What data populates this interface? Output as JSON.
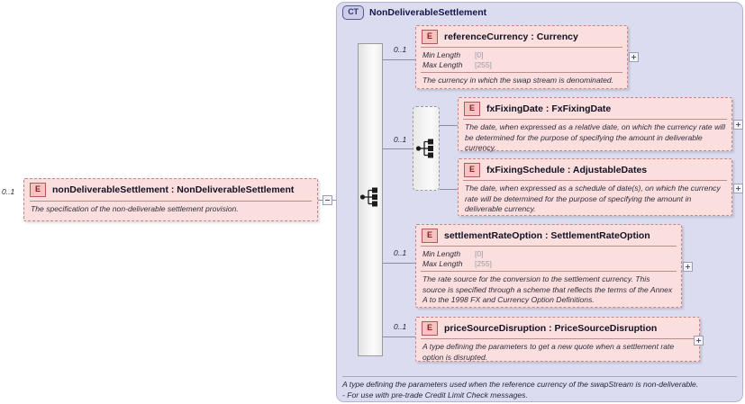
{
  "diagram": {
    "kind": "xsd-schema-diagram",
    "colors": {
      "container_fill": "#dcdcf0",
      "container_border": "#b4b4d2",
      "element_fill": "#fbdede",
      "element_border": "#c08888",
      "connector": "#8d8da4",
      "compositor_fill": "#f2f2f2"
    }
  },
  "root_element": {
    "cardinality": "0..1",
    "badge": "E",
    "name": "nonDeliverableSettlement : NonDeliverableSettlement",
    "documentation": "The specification of the non-deliverable settlement provision.",
    "toggle": "minus",
    "icon": "element-badge-icon"
  },
  "complex_type": {
    "badge": "CT",
    "title": "NonDeliverableSettlement",
    "compositor": "sequence",
    "compositor_icon": "sequence-compositor-icon",
    "footer": [
      "A type defining the parameters used when the reference currency of the swapStream is non-deliverable.",
      "- For use with pre-trade Credit Limit Check messages."
    ],
    "children": [
      {
        "id": "referenceCurrency",
        "cardinality": "0..1",
        "badge": "E",
        "name": "referenceCurrency : Currency",
        "facets": [
          {
            "label": "Min Length",
            "value": "[0]"
          },
          {
            "label": "Max Length",
            "value": "[255]"
          }
        ],
        "documentation": "The currency in which the swap stream is denominated.",
        "toggle": "plus"
      },
      {
        "id": "fxFixingChoice",
        "cardinality": "0..1",
        "compositor": "choice",
        "compositor_icon": "choice-compositor-icon",
        "children": [
          {
            "id": "fxFixingDate",
            "badge": "E",
            "name": "fxFixingDate : FxFixingDate",
            "facets": [],
            "documentation": "The date, when expressed as a relative date, on which the currency rate will be determined for the purpose of specifying the amount in deliverable currency.",
            "toggle": "plus"
          },
          {
            "id": "fxFixingSchedule",
            "badge": "E",
            "name": "fxFixingSchedule : AdjustableDates",
            "facets": [],
            "documentation": "The date, when expressed as a schedule of date(s), on which the currency rate will be determined for the purpose of specifying the amount in deliverable currency.",
            "toggle": "plus"
          }
        ]
      },
      {
        "id": "settlementRateOption",
        "cardinality": "0..1",
        "badge": "E",
        "name": "settlementRateOption : SettlementRateOption",
        "facets": [
          {
            "label": "Min Length",
            "value": "[0]"
          },
          {
            "label": "Max Length",
            "value": "[255]"
          }
        ],
        "documentation": "The rate source for the conversion to the settlement currency. This source is specified through a scheme that reflects the terms of the Annex A to the 1998 FX and Currency Option Definitions.",
        "toggle": "plus"
      },
      {
        "id": "priceSourceDisruption",
        "cardinality": "0..1",
        "badge": "E",
        "name": "priceSourceDisruption : PriceSourceDisruption",
        "facets": [],
        "documentation": "A type defining the parameters to get a new quote when a settlement rate option is disrupted.",
        "toggle": "plus"
      }
    ]
  }
}
